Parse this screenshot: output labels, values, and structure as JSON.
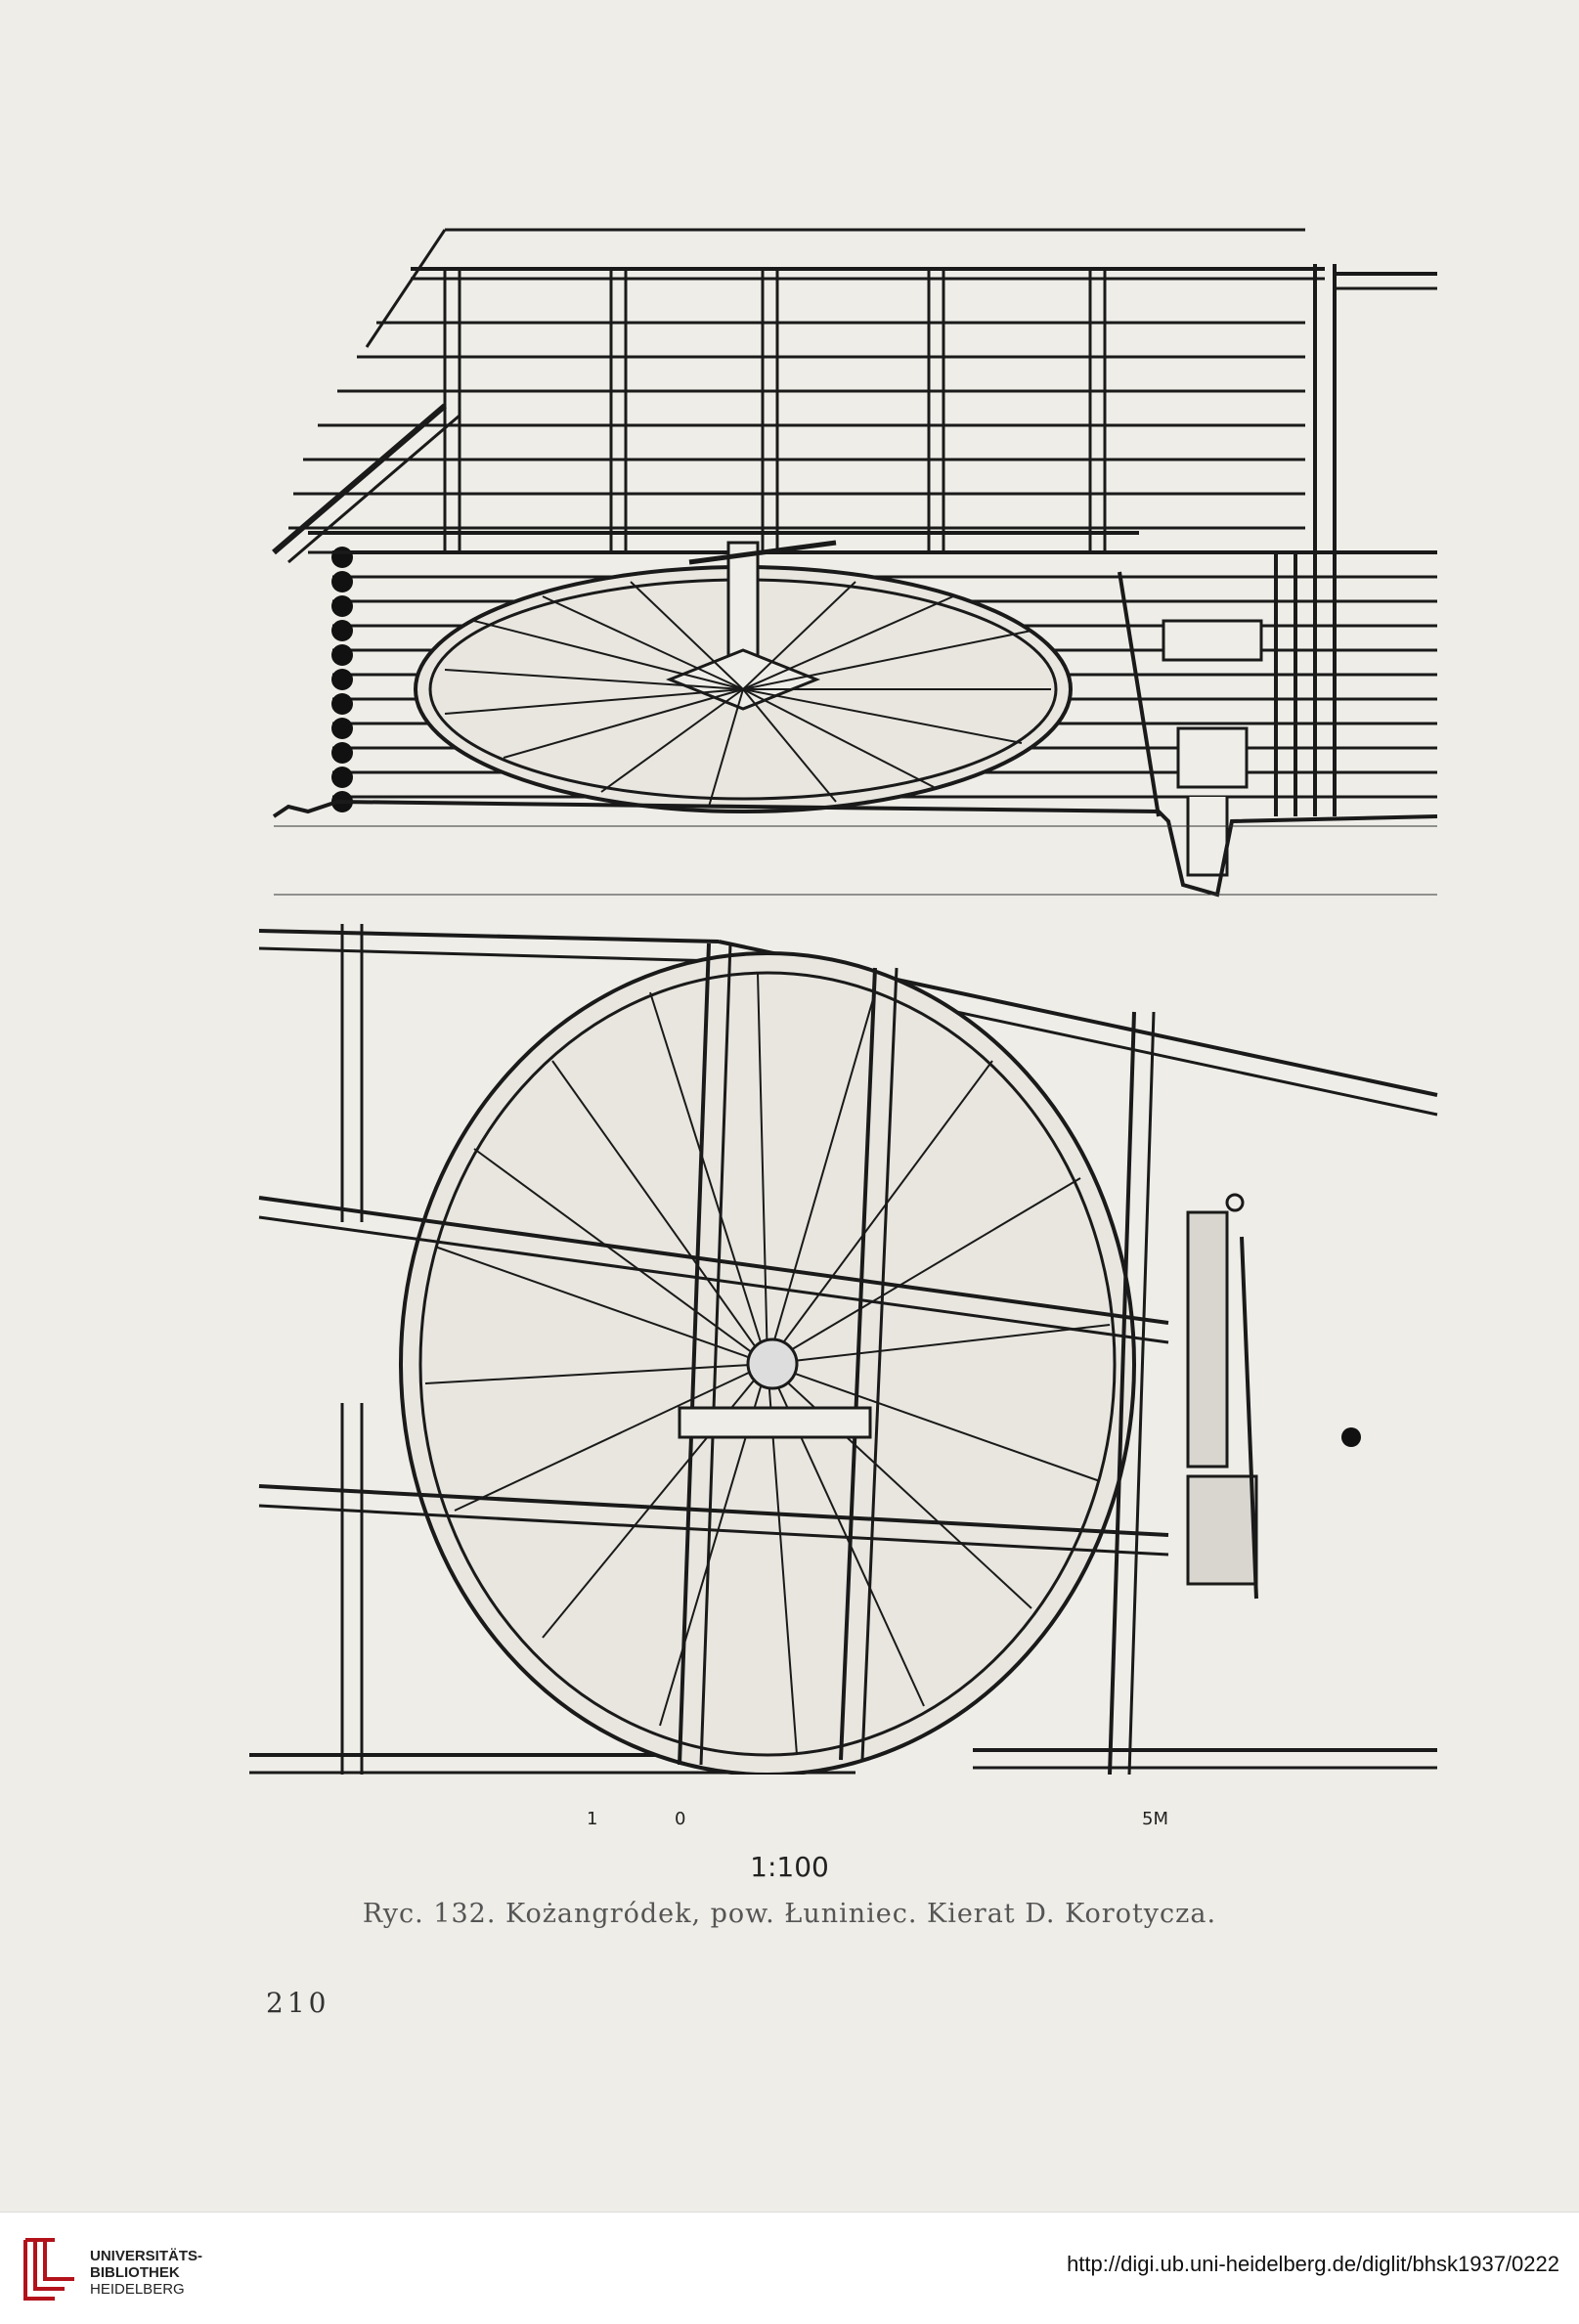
{
  "figure": {
    "scale_ticks": [
      "1",
      "0",
      "5M"
    ],
    "scale_ratio": "1:100",
    "caption": "Ryc. 132. Kożangródek, pow. Łuniniec. Kierat D. Korotycza."
  },
  "page": {
    "number": "210"
  },
  "footer": {
    "library_line1": "UNIVERSITÄTS-",
    "library_line2": "BIBLIOTHEK",
    "library_line3": "HEIDELBERG",
    "url": "http://digi.ub.uni-heidelberg.de/diglit/bhsk1937/0222",
    "logo_color": "#b3121b"
  }
}
